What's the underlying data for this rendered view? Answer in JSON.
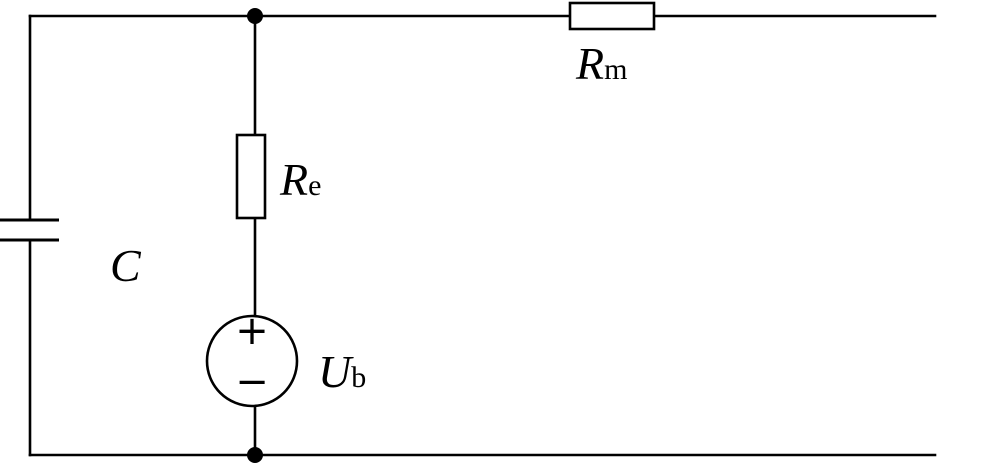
{
  "components": {
    "resistor_m": {
      "symbol": "R",
      "subscript": "m"
    },
    "resistor_e": {
      "symbol": "R",
      "subscript": "e"
    },
    "capacitor": {
      "symbol": "C"
    },
    "voltage_source": {
      "symbol": "U",
      "subscript": "b",
      "plus_sign": "+",
      "minus_sign": "−"
    }
  }
}
